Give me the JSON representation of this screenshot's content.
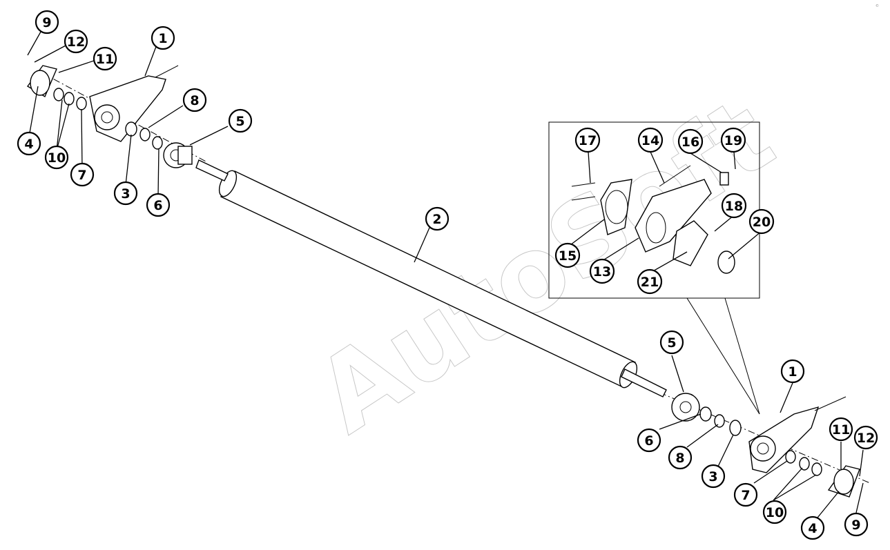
{
  "diagram": {
    "callouts": {
      "c1": "1",
      "c2": "2",
      "c3": "3",
      "c4": "4",
      "c5": "5",
      "c6": "6",
      "c7": "7",
      "c8": "8",
      "c9": "9",
      "c10": "10",
      "c11": "11",
      "c12": "12",
      "c13": "13",
      "c14": "14",
      "c15": "15",
      "c16": "16",
      "c17": "17",
      "c18": "18",
      "c19": "19",
      "c20": "20",
      "c21": "21"
    },
    "watermark": "AutoSoft",
    "corner_mark": "©"
  }
}
